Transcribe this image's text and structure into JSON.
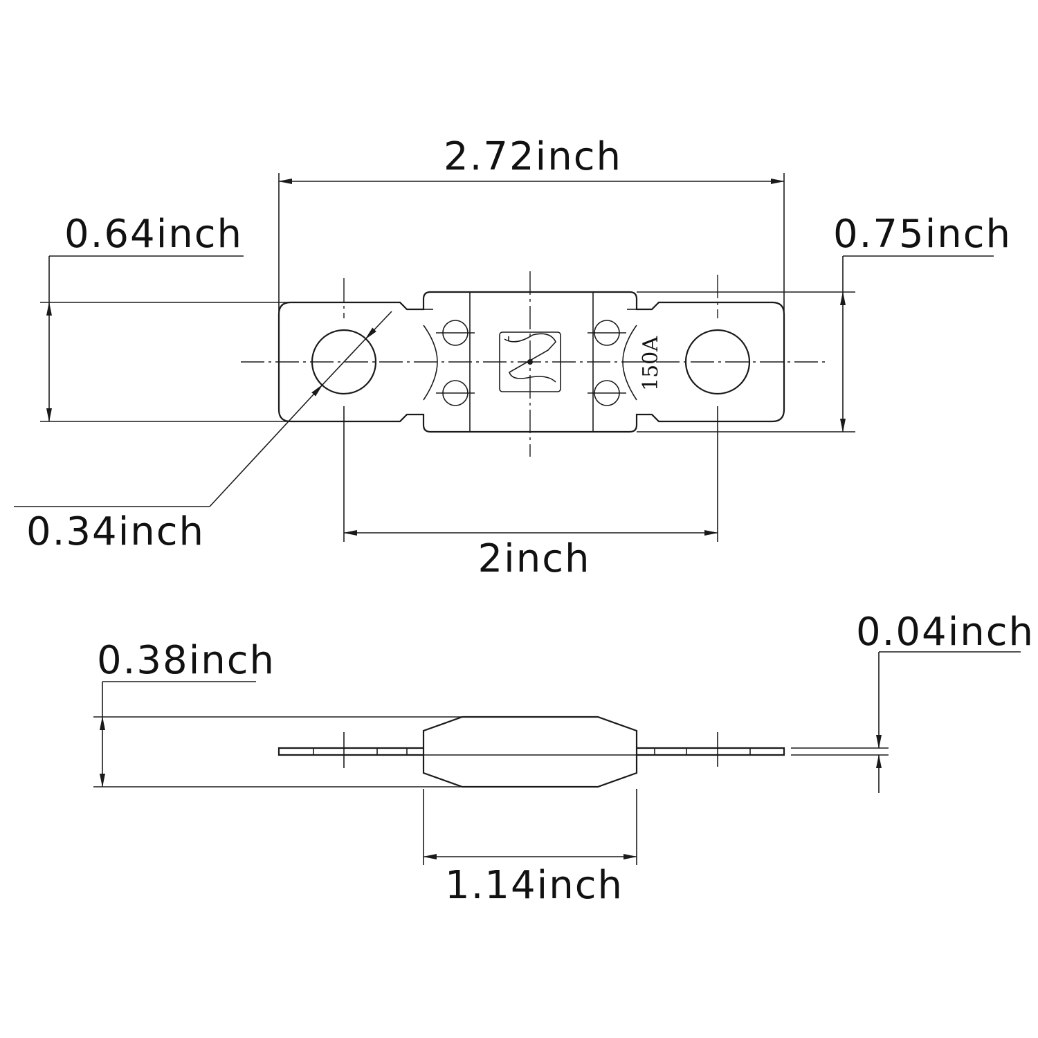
{
  "top_view": {
    "dimensions": {
      "overall_length": "2.72inch",
      "terminal_width": "0.64inch",
      "body_width": "0.75inch",
      "hole_diameter": "0.34inch",
      "hole_spacing": "2inch"
    },
    "rating_label": "150A"
  },
  "side_view": {
    "dimensions": {
      "body_thickness": "0.38inch",
      "terminal_thickness": "0.04inch",
      "body_length": "1.14inch"
    }
  },
  "colors": {
    "line": "#1a1a1a",
    "background": "#ffffff"
  }
}
